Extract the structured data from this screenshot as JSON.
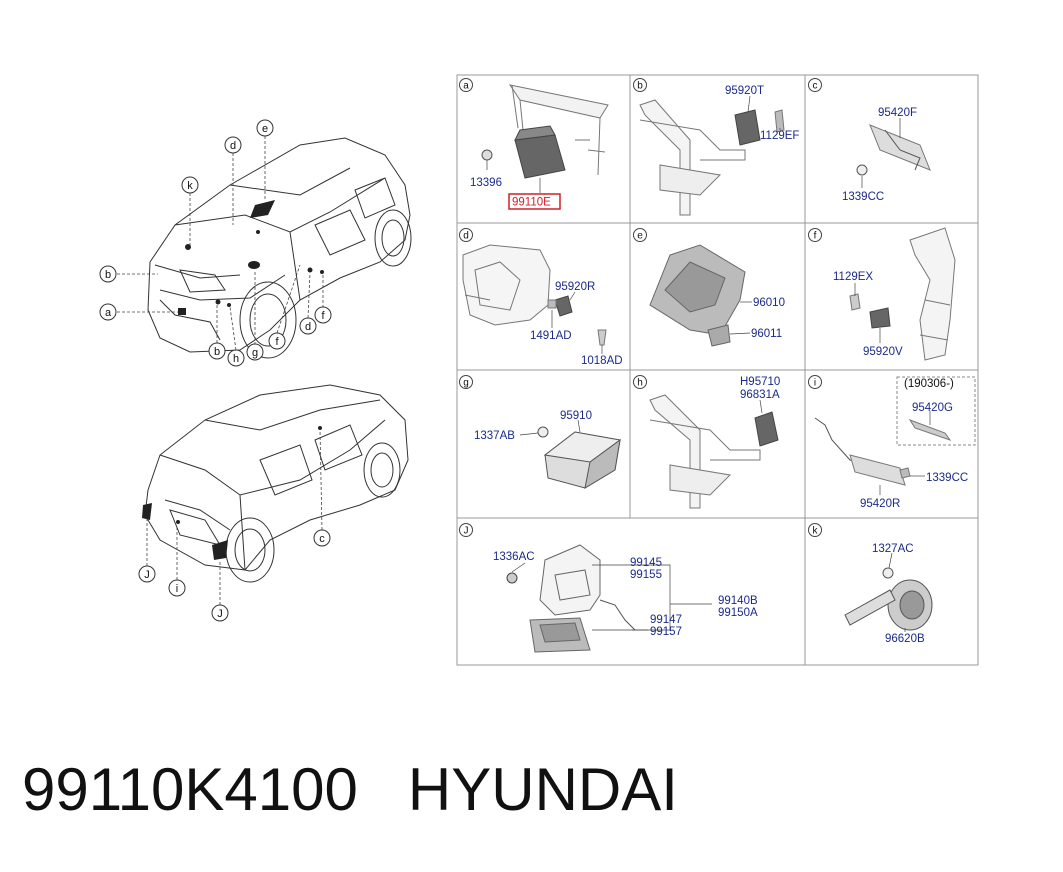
{
  "title": {
    "part_number": "99110K4100",
    "brand": "HYUNDAI"
  },
  "colors": {
    "part_text": "#1a2a8a",
    "highlight": "#d0202a",
    "line": "#555555",
    "panel_border": "#999999"
  },
  "overview_callouts": {
    "front_view": [
      "e",
      "d",
      "k",
      "b",
      "a",
      "b",
      "h",
      "g",
      "f",
      "d",
      "f"
    ],
    "rear_view": [
      "J",
      "i",
      "J",
      "c"
    ]
  },
  "panels": {
    "a": {
      "letter": "a",
      "parts": [
        "13396",
        "99110E"
      ],
      "highlighted": "99110E"
    },
    "b": {
      "letter": "b",
      "parts": [
        "95920T",
        "1129EF"
      ]
    },
    "c": {
      "letter": "c",
      "parts": [
        "95420F",
        "1339CC"
      ]
    },
    "d": {
      "letter": "d",
      "parts": [
        "95920R",
        "1491AD",
        "1018AD"
      ]
    },
    "e": {
      "letter": "e",
      "parts": [
        "96010",
        "96011"
      ]
    },
    "f": {
      "letter": "f",
      "parts": [
        "1129EX",
        "95920V"
      ]
    },
    "g": {
      "letter": "g",
      "parts": [
        "1337AB",
        "95910"
      ]
    },
    "h": {
      "letter": "h",
      "parts": [
        "H95710",
        "96831A"
      ]
    },
    "i": {
      "letter": "i",
      "note": "(190306-)",
      "parts": [
        "95420G",
        "1339CC",
        "95420R"
      ]
    },
    "J": {
      "letter": "J",
      "parts": [
        "1336AC",
        "99145",
        "99155",
        "99140B",
        "99150A",
        "99147",
        "99157"
      ]
    },
    "k": {
      "letter": "k",
      "parts": [
        "1327AC",
        "96620B"
      ]
    }
  }
}
